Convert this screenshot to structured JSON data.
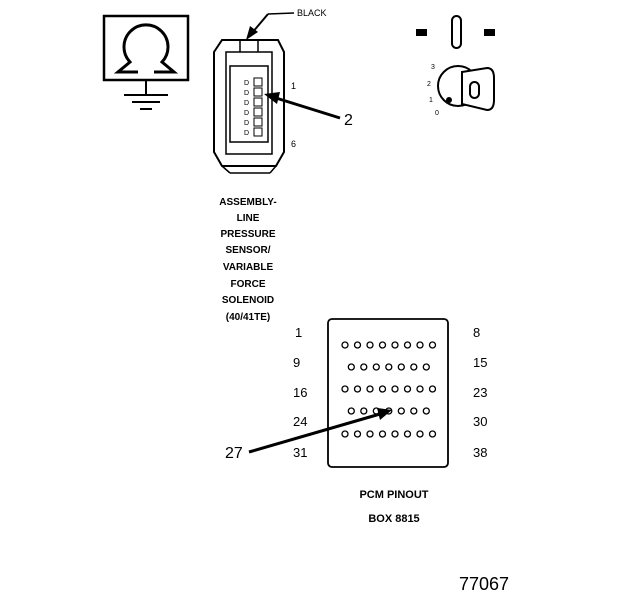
{
  "labels": {
    "black": "BLACK",
    "connector_pin_1": "1",
    "connector_pin_6": "6",
    "callout_2": "2",
    "callout_27": "27",
    "key_positions": [
      "3",
      "2",
      "1",
      "0"
    ]
  },
  "pin_letters": [
    "D",
    "D",
    "D",
    "D",
    "D",
    "D"
  ],
  "sensor_caption": [
    "ASSEMBLY-",
    "LINE",
    "PRESSURE",
    "SENSOR/",
    "VARIABLE",
    "FORCE",
    "SOLENOID",
    "(40/41TE)"
  ],
  "pcm_rows": {
    "left": [
      "1",
      "9",
      "16",
      "24",
      "31"
    ],
    "right": [
      "8",
      "15",
      "23",
      "30",
      "38"
    ]
  },
  "pcm_caption": [
    "PCM PINOUT",
    "BOX 8815"
  ],
  "figure_number": "77067"
}
